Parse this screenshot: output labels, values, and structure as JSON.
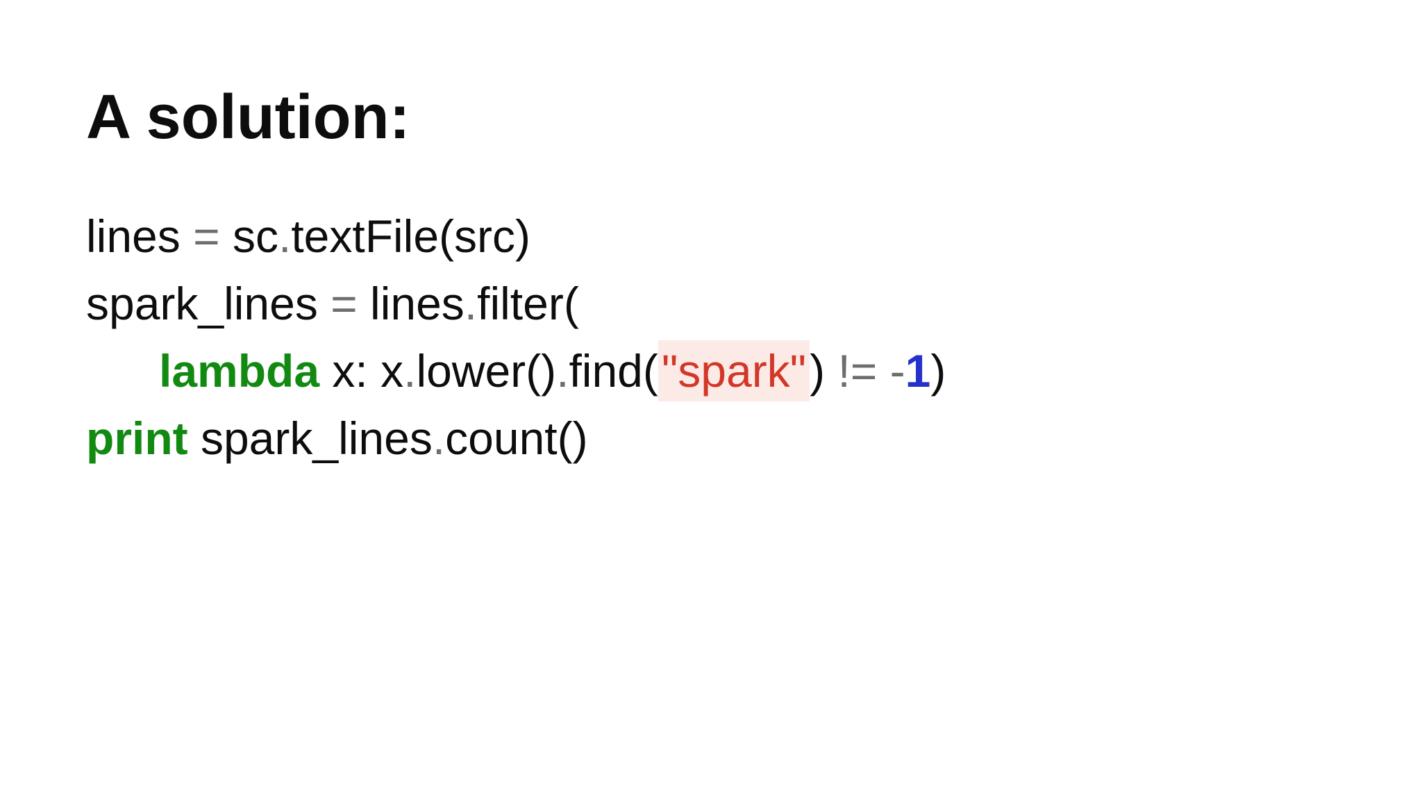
{
  "slide": {
    "title": "A solution:",
    "code": {
      "language": "python",
      "lines": [
        {
          "indent": 0,
          "tokens": [
            {
              "t": "plain",
              "v": "lines "
            },
            {
              "t": "op",
              "v": "="
            },
            {
              "t": "plain",
              "v": " sc"
            },
            {
              "t": "op",
              "v": "."
            },
            {
              "t": "plain",
              "v": "textFile(src)"
            }
          ]
        },
        {
          "indent": 0,
          "tokens": [
            {
              "t": "plain",
              "v": "spark_lines "
            },
            {
              "t": "op",
              "v": "="
            },
            {
              "t": "plain",
              "v": " lines"
            },
            {
              "t": "op",
              "v": "."
            },
            {
              "t": "plain",
              "v": "filter("
            }
          ]
        },
        {
          "indent": 1,
          "tokens": [
            {
              "t": "keyword",
              "v": "lambda"
            },
            {
              "t": "plain",
              "v": " x: x"
            },
            {
              "t": "op",
              "v": "."
            },
            {
              "t": "plain",
              "v": "lower()"
            },
            {
              "t": "op",
              "v": "."
            },
            {
              "t": "plain",
              "v": "find("
            },
            {
              "t": "string",
              "v": "\"spark\""
            },
            {
              "t": "plain",
              "v": ") "
            },
            {
              "t": "op",
              "v": "!= -"
            },
            {
              "t": "number",
              "v": "1"
            },
            {
              "t": "plain",
              "v": ")"
            }
          ]
        },
        {
          "indent": 0,
          "tokens": [
            {
              "t": "keyword",
              "v": "print"
            },
            {
              "t": "plain",
              "v": " spark_lines"
            },
            {
              "t": "op",
              "v": "."
            },
            {
              "t": "plain",
              "v": "count()"
            }
          ]
        }
      ]
    }
  },
  "colors": {
    "background": "#ffffff",
    "plain": "#0d0d0d",
    "op": "#6e6e6e",
    "keyword": "#128a12",
    "string": "#d23728",
    "string_bg": "#fbeae6",
    "number": "#2431cd"
  }
}
